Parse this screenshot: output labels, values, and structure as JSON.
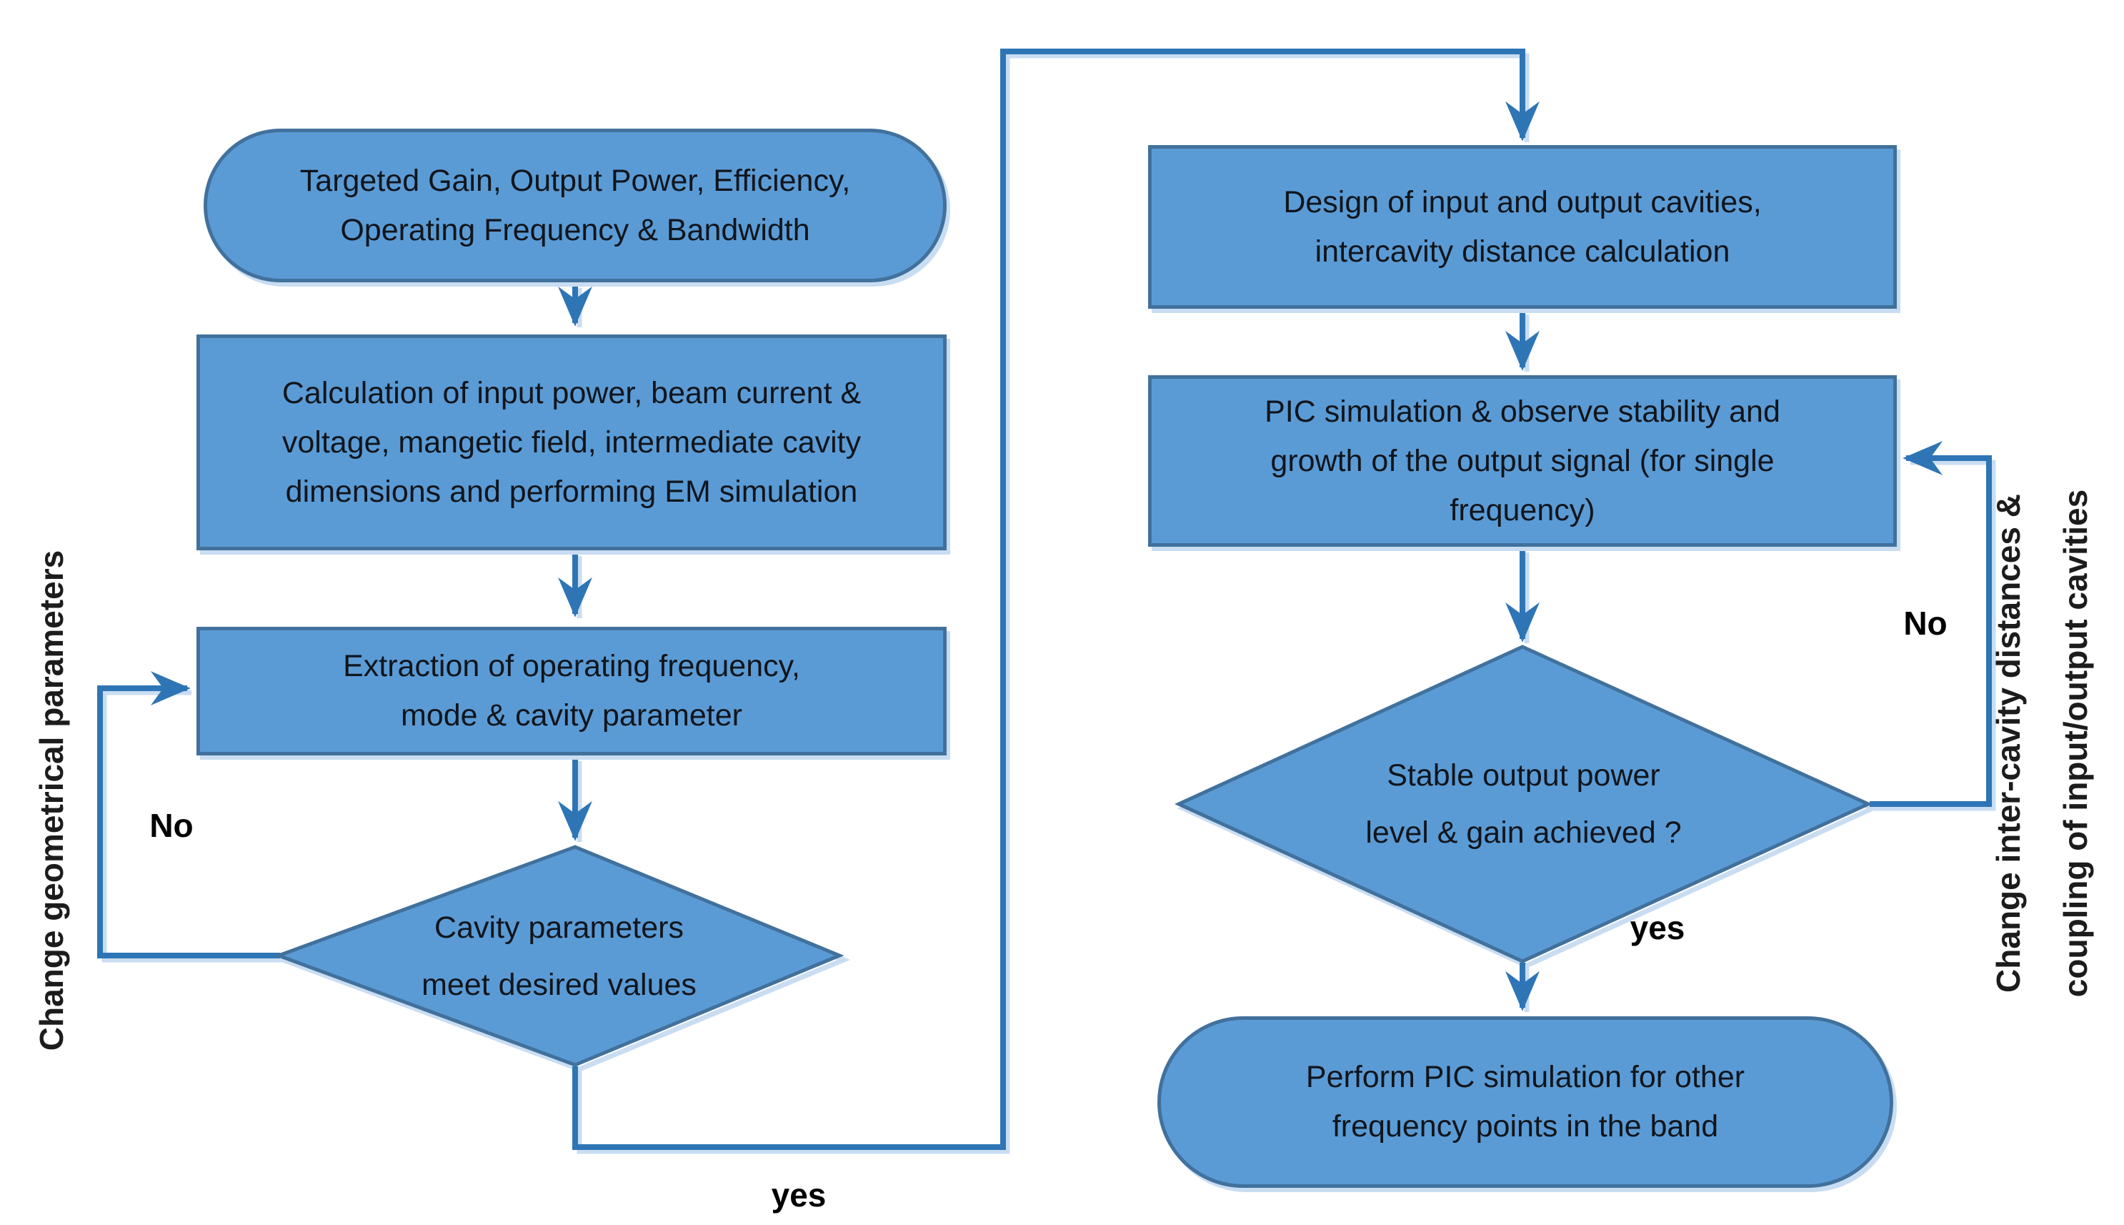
{
  "diagram": {
    "title_hint": "Design flow: cavity and PIC simulation procedure",
    "colors": {
      "node_fill": "#5b9bd5",
      "node_border": "#41719c",
      "connector": "#2e75b6",
      "connector_halo": "#c9ddf2",
      "text": "#10151c",
      "background": "#ffffff"
    },
    "nodes": [
      {
        "id": "start",
        "type": "terminator",
        "lines": [
          "Targeted Gain, Output Power, Efficiency,",
          "Operating Frequency & Bandwidth"
        ]
      },
      {
        "id": "calculation",
        "type": "process",
        "lines": [
          "Calculation of input power, beam current &",
          "voltage, mangetic field, intermediate cavity",
          "dimensions and performing EM simulation"
        ]
      },
      {
        "id": "extraction",
        "type": "process",
        "lines": [
          "Extraction of operating frequency,",
          "mode & cavity parameter"
        ]
      },
      {
        "id": "cavity-decision",
        "type": "decision",
        "lines": [
          "Cavity parameters",
          "meet desired values"
        ]
      },
      {
        "id": "design-cavities",
        "type": "process",
        "lines": [
          "Design of input and output cavities,",
          "intercavity distance calculation"
        ]
      },
      {
        "id": "pic-simulation",
        "type": "process",
        "lines": [
          "PIC simulation & observe stability and",
          "growth of the output signal (for single",
          "frequency)"
        ]
      },
      {
        "id": "stable-decision",
        "type": "decision",
        "lines": [
          "Stable output power",
          "level & gain achieved ?"
        ]
      },
      {
        "id": "end",
        "type": "terminator",
        "lines": [
          "Perform PIC simulation for other",
          "frequency points in the band"
        ]
      }
    ],
    "labels": {
      "no_left": "No",
      "yes_left": "yes",
      "no_right": "No",
      "yes_right": "yes",
      "left_loop_note": "Change geometrical parameters",
      "right_loop_note_line1": "Change inter-cavity distances &",
      "right_loop_note_line2": "coupling of input/output cavities"
    }
  }
}
